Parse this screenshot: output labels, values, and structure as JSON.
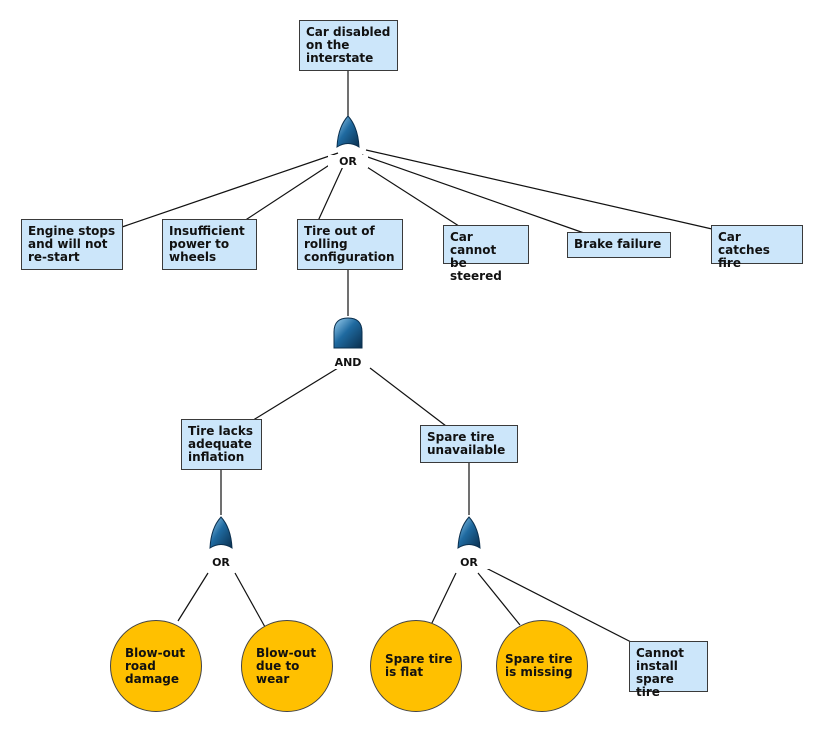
{
  "top_event": "Car disabled\non the\ninterstate",
  "gates": {
    "top": "OR",
    "tire": "AND",
    "inflation": "OR",
    "spare": "OR"
  },
  "level1_events": [
    "Engine stops\nand will not\nre-start",
    "Insufficient\npower to\nwheels",
    "Tire out of\nrolling\nconfiguration",
    "Car cannot\nbe steered",
    "Brake failure",
    "Car catches\nfire"
  ],
  "level2_events": {
    "inflation": "Tire lacks\nadequate\ninflation",
    "spare": "Spare tire\nunavailable"
  },
  "basic_events": {
    "blowout_road": "Blow-out\nroad\ndamage",
    "blowout_wear": "Blow-out\ndue to\nwear",
    "spare_flat": "Spare tire\nis flat",
    "spare_missing": "Spare tire\nis missing"
  },
  "undeveloped_event": "Cannot\ninstall\nspare tire",
  "colors": {
    "event_fill": "#cce6fa",
    "basic_fill": "#ffc000",
    "gate_fill": "#1f6aa0"
  }
}
